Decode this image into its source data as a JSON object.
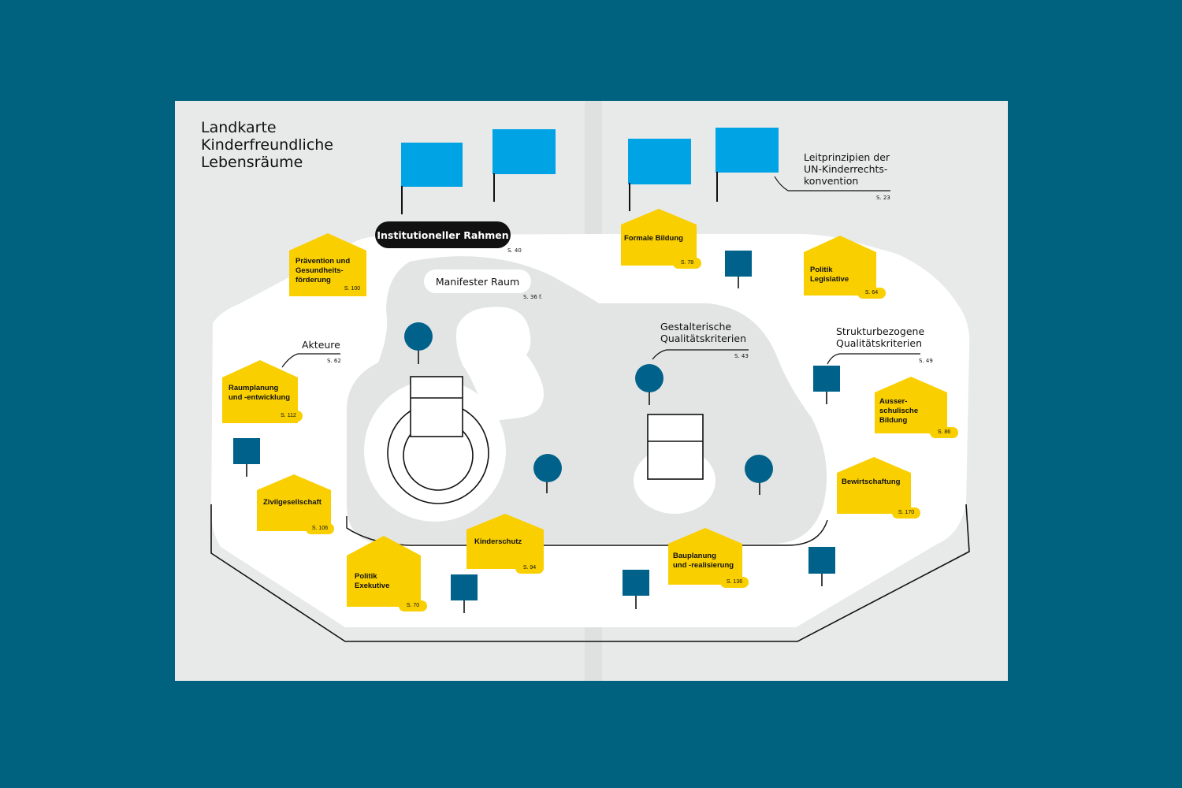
{
  "title": [
    "Landkarte",
    "Kinderfreundliche",
    "Lebensräume"
  ],
  "colors": {
    "background": "#00627e",
    "paper": "#e8e9e9",
    "white": "#ffffff",
    "flag": "#00a3e4",
    "sign": "#00628a",
    "tree": "#00628a",
    "house": "#f9cf00",
    "ink": "#111111"
  },
  "principles": {
    "lines": [
      "Leitprinzipien der",
      "UN-Kinderrechts-",
      "konvention"
    ],
    "page": "S. 23"
  },
  "institutional": {
    "label": "Institutioneller Rahmen",
    "page": "S. 40"
  },
  "manifest": {
    "label": "Manifester Raum",
    "page": "S. 36 f."
  },
  "akteure": {
    "label": "Akteure",
    "page": "S. 62"
  },
  "gestalterisch": {
    "lines": [
      "Gestalterische",
      "Qualitätskriterien"
    ],
    "page": "S. 43"
  },
  "strukturbezogen": {
    "lines": [
      "Strukturbezogene",
      "Qualitätskriterien"
    ],
    "page": "S. 49"
  },
  "houses": [
    {
      "lines": [
        "Prävention und",
        "Gesundheits-",
        "förderung"
      ],
      "page": "S. 100"
    },
    {
      "lines": [
        "Raumplanung",
        "und -entwicklung"
      ],
      "page": "S. 112"
    },
    {
      "lines": [
        "Zivilgesellschaft"
      ],
      "page": "S. 106"
    },
    {
      "lines": [
        "Politik",
        "Exekutive"
      ],
      "page": "S. 70"
    },
    {
      "lines": [
        "Kinderschutz"
      ],
      "page": "S. 94"
    },
    {
      "lines": [
        "Formale Bildung"
      ],
      "page": "S. 78"
    },
    {
      "lines": [
        "Politik",
        "Legislative"
      ],
      "page": "S. 64"
    },
    {
      "lines": [
        "Ausser-",
        "schulische",
        "Bildung"
      ],
      "page": "S. 86"
    },
    {
      "lines": [
        "Bewirtschaftung"
      ],
      "page": "S. 170"
    },
    {
      "lines": [
        "Bauplanung",
        "und -realisierung"
      ],
      "page": "S. 136"
    }
  ]
}
